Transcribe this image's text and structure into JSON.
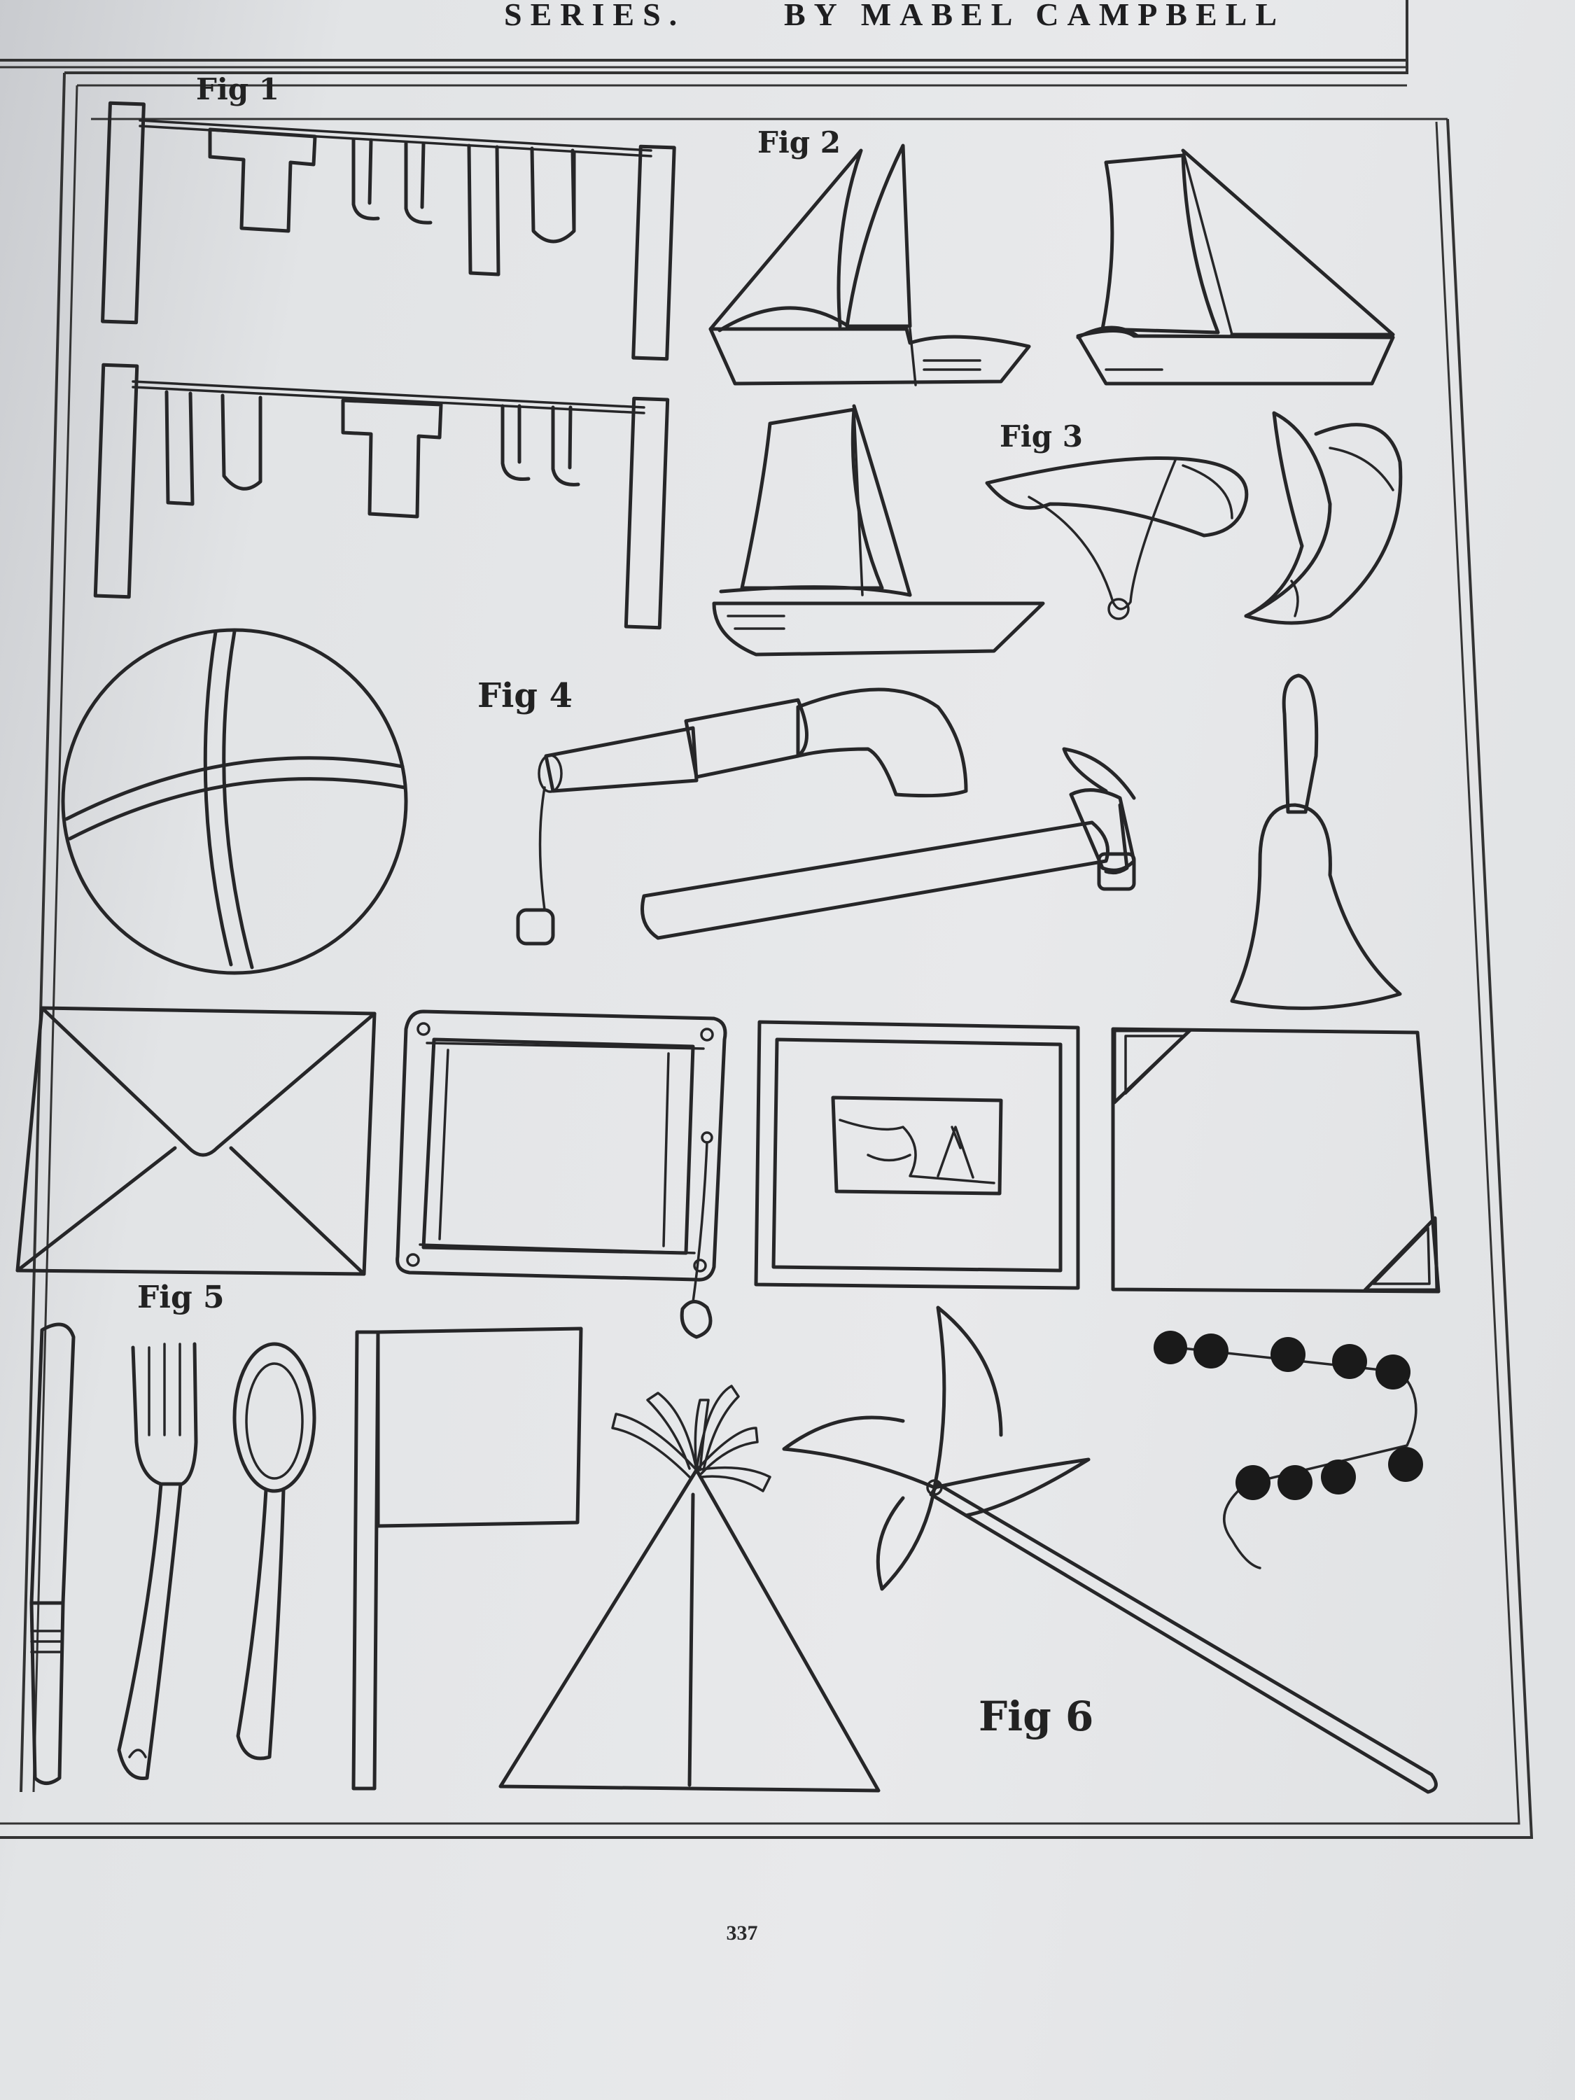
{
  "header": {
    "series_fragment": "SERIES.",
    "author": "BY MABEL CAMPBELL"
  },
  "figures": {
    "fig1": "Fig 1",
    "fig2": "Fig 2",
    "fig3": "Fig 3",
    "fig4": "Fig 4",
    "fig5": "Fig 5",
    "fig6": "Fig 6"
  },
  "page_number": "337",
  "drawings": [
    "clothesline-with-shirt-and-stockings",
    "sailboats",
    "horns",
    "ball",
    "spyglass",
    "hammer",
    "bell",
    "envelope",
    "slate",
    "framed-picture",
    "photo-corner-mount",
    "knife",
    "fork",
    "spoon",
    "flag",
    "tent",
    "pinwheel",
    "bead-string"
  ]
}
